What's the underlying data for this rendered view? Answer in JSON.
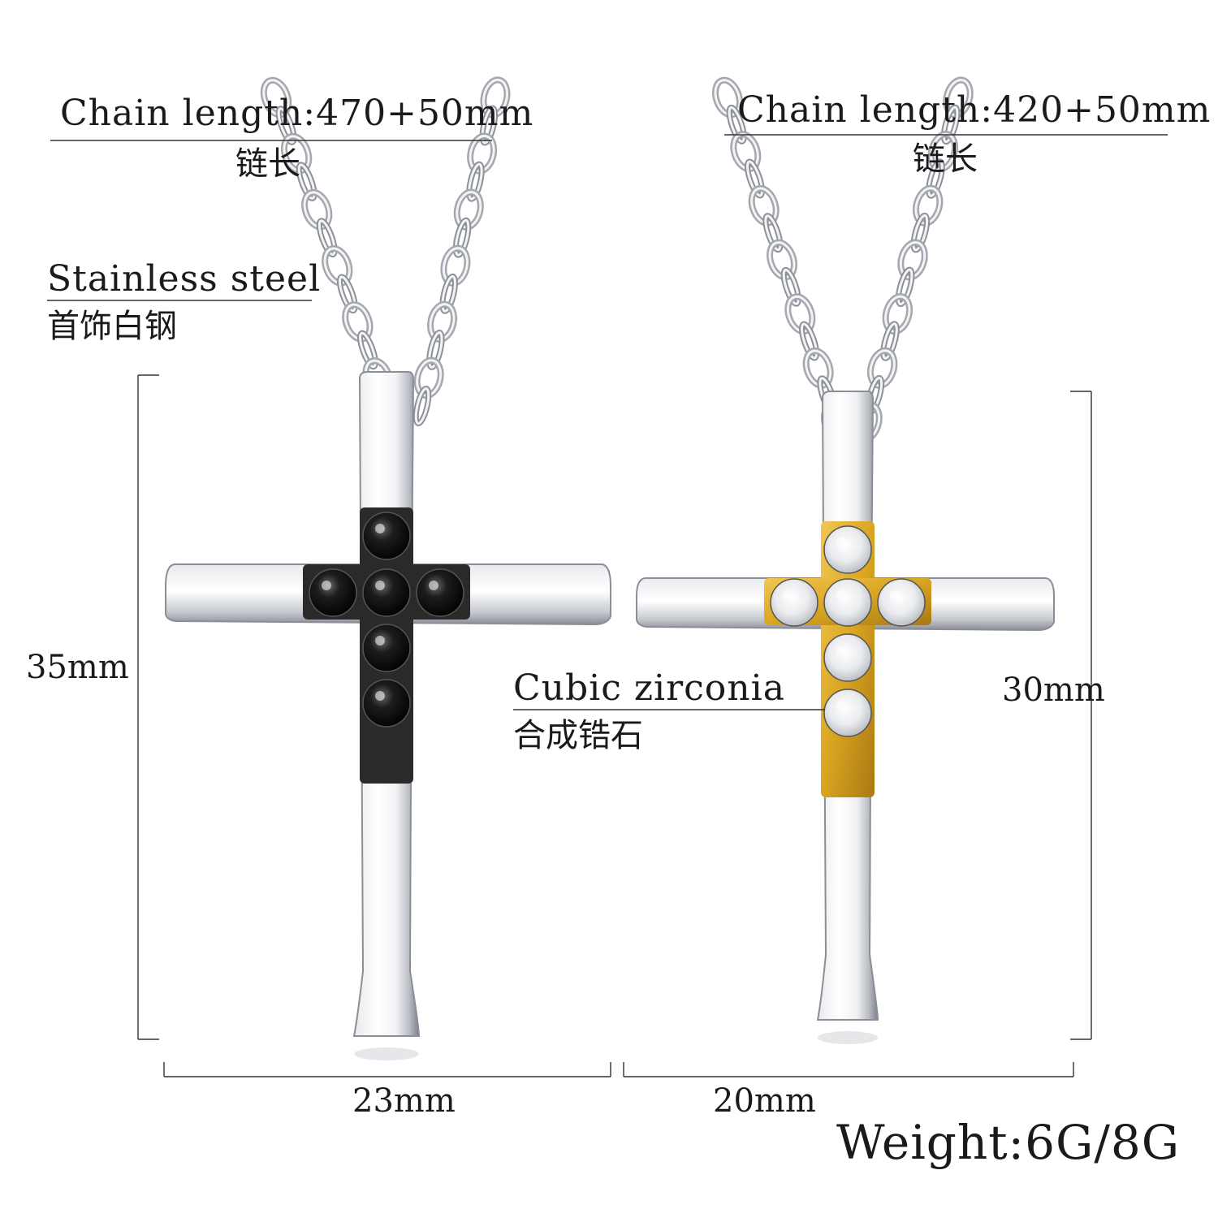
{
  "left_pendant": {
    "chain_length_label": "Chain length:470+50mm",
    "chain_length_cn": "链长",
    "material_label": "Stainless steel",
    "material_cn": "首饰白钢",
    "height_label": "35mm",
    "width_label": "23mm",
    "stone_color": "#111111",
    "inlay_color": "#2a2a2a",
    "stone_count": 6
  },
  "right_pendant": {
    "chain_length_label": "Chain length:420+50mm",
    "chain_length_cn": "链长",
    "stone_label": "Cubic zirconia",
    "stone_cn": "合成锆石",
    "height_label": "30mm",
    "width_label": "20mm",
    "stone_color": "#f4f4f4",
    "inlay_color": "#d9a521",
    "stone_count": 6
  },
  "weight_label": "Weight:6G/8G",
  "metal_color": "#c9ccd2"
}
